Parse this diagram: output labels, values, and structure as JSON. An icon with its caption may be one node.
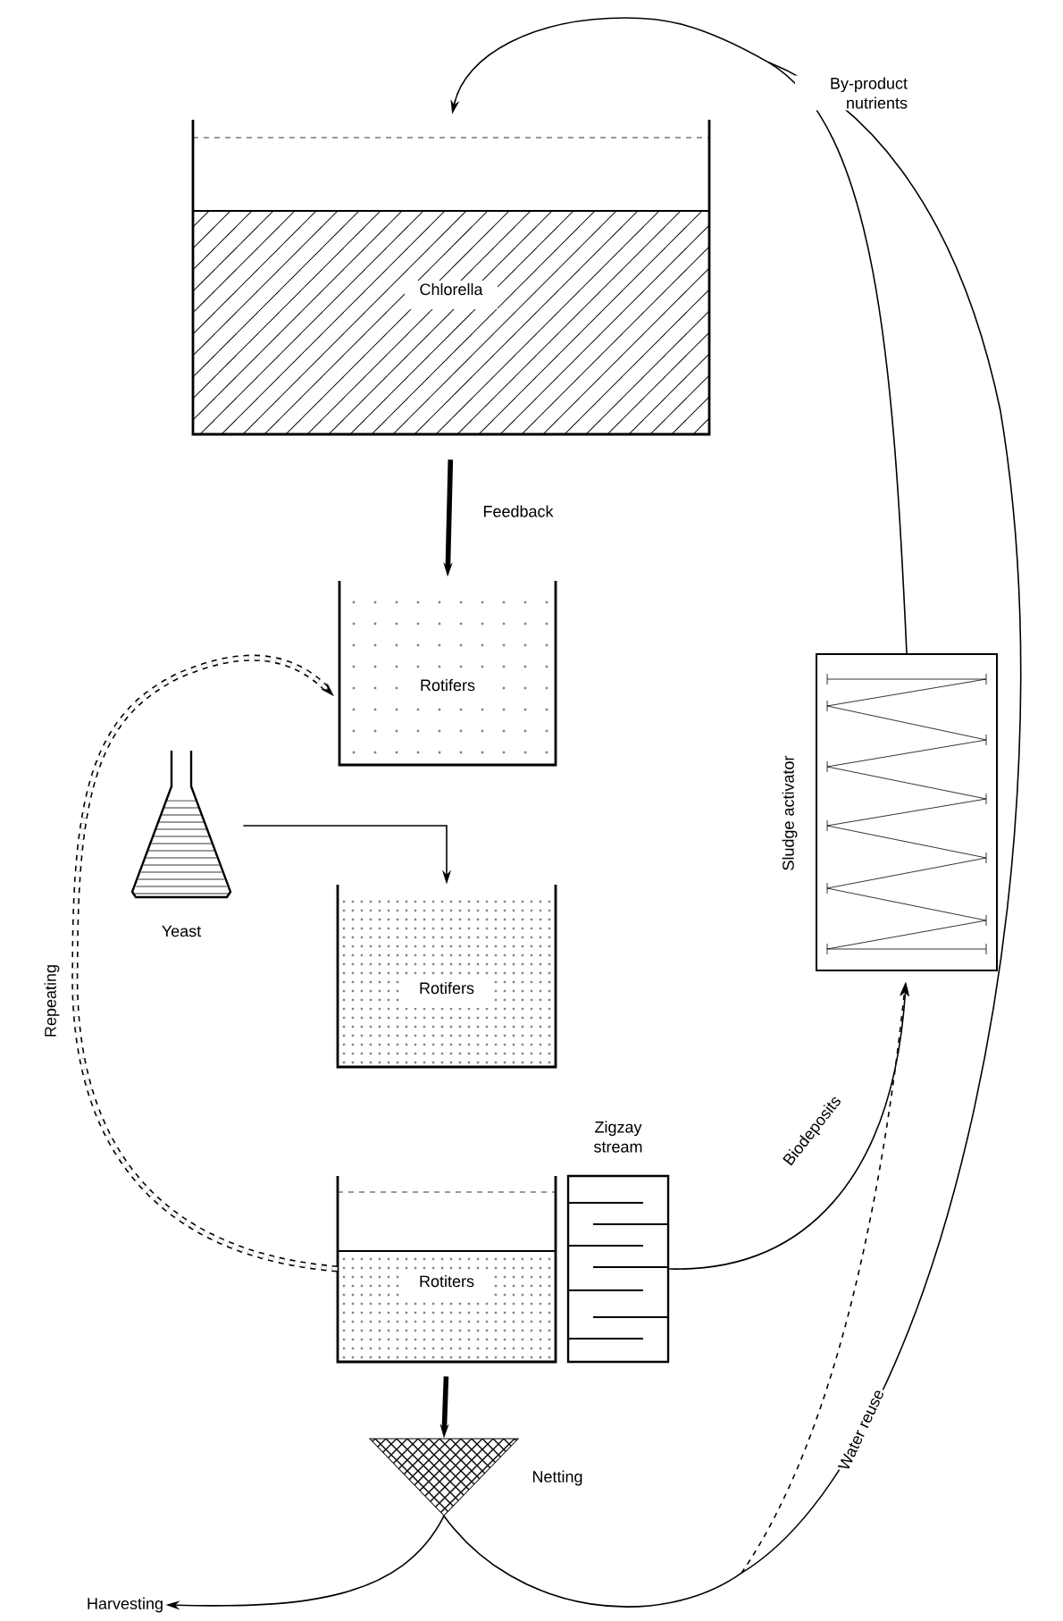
{
  "diagram": {
    "nodes": [
      {
        "text": [
          "Chlorella"
        ]
      },
      {
        "text": [
          "Rotifers"
        ]
      },
      {
        "text": [
          "Yeast"
        ]
      },
      {
        "text": [
          "Rotifers"
        ]
      },
      {
        "text": [
          "Rotiters"
        ]
      },
      {
        "text": [
          "Zigzay stream"
        ]
      },
      {
        "text": [
          "Netting"
        ]
      },
      {
        "text": [
          "Sludge activator"
        ]
      },
      {
        "text": [
          "Harvesting"
        ]
      }
    ],
    "edges": [
      {
        "from": 0,
        "to": 1,
        "arrow": "to",
        "label": "Feedback",
        "style": "thick"
      },
      {
        "from": 4,
        "to": 1,
        "arrow": "to",
        "label": "Repeating",
        "style": "dashed"
      },
      {
        "from": 2,
        "to": 3,
        "arrow": "to"
      },
      {
        "from": 4,
        "to": 6,
        "arrow": "to",
        "style": "thick"
      },
      {
        "from": 5,
        "to": 7,
        "arrow": "to",
        "label": "Biodeposits"
      },
      {
        "from": 6,
        "to": 8,
        "arrow": "to"
      },
      {
        "from": 6,
        "to": 0,
        "arrow": "to",
        "label": "Water reuse"
      },
      {
        "from": 7,
        "to": 0,
        "arrow": "to",
        "label": "By-product nutrients"
      },
      {
        "from": 6,
        "to": 7,
        "arrow": "to",
        "style": "dashed"
      }
    ]
  }
}
